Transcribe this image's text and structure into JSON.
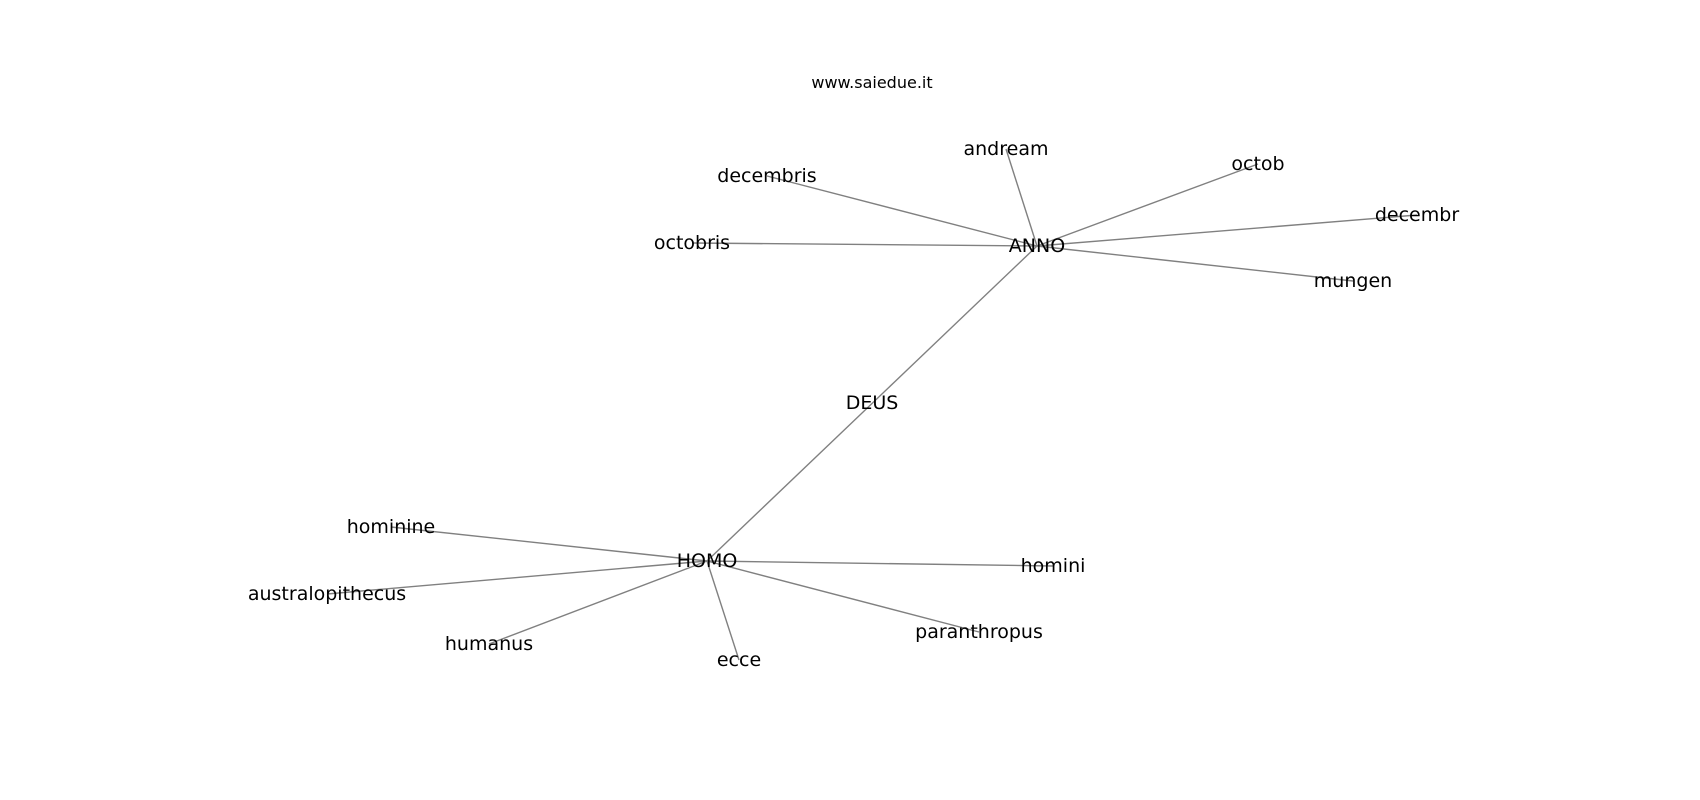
{
  "credit": "www.saiedue.it",
  "nodes": [
    {
      "id": "ANNO",
      "label": "ANNO"
    },
    {
      "id": "DEUS",
      "label": "DEUS"
    },
    {
      "id": "HOMO",
      "label": "HOMO"
    },
    {
      "id": "andream",
      "label": "andream"
    },
    {
      "id": "octob",
      "label": "octob"
    },
    {
      "id": "decembris",
      "label": "decembris"
    },
    {
      "id": "decembr",
      "label": "decembr"
    },
    {
      "id": "octobris",
      "label": "octobris"
    },
    {
      "id": "mungen",
      "label": "mungen"
    },
    {
      "id": "hominine",
      "label": "hominine"
    },
    {
      "id": "australopithecus",
      "label": "australopithecus"
    },
    {
      "id": "humanus",
      "label": "humanus"
    },
    {
      "id": "ecce",
      "label": "ecce"
    },
    {
      "id": "homini",
      "label": "homini"
    },
    {
      "id": "paranthropus",
      "label": "paranthropus"
    }
  ],
  "edges": [
    [
      "ANNO",
      "andream"
    ],
    [
      "ANNO",
      "octob"
    ],
    [
      "ANNO",
      "decembris"
    ],
    [
      "ANNO",
      "decembr"
    ],
    [
      "ANNO",
      "octobris"
    ],
    [
      "ANNO",
      "mungen"
    ],
    [
      "ANNO",
      "HOMO"
    ],
    [
      "HOMO",
      "hominine"
    ],
    [
      "HOMO",
      "australopithecus"
    ],
    [
      "HOMO",
      "humanus"
    ],
    [
      "HOMO",
      "ecce"
    ],
    [
      "HOMO",
      "homini"
    ],
    [
      "HOMO",
      "paranthropus"
    ]
  ]
}
